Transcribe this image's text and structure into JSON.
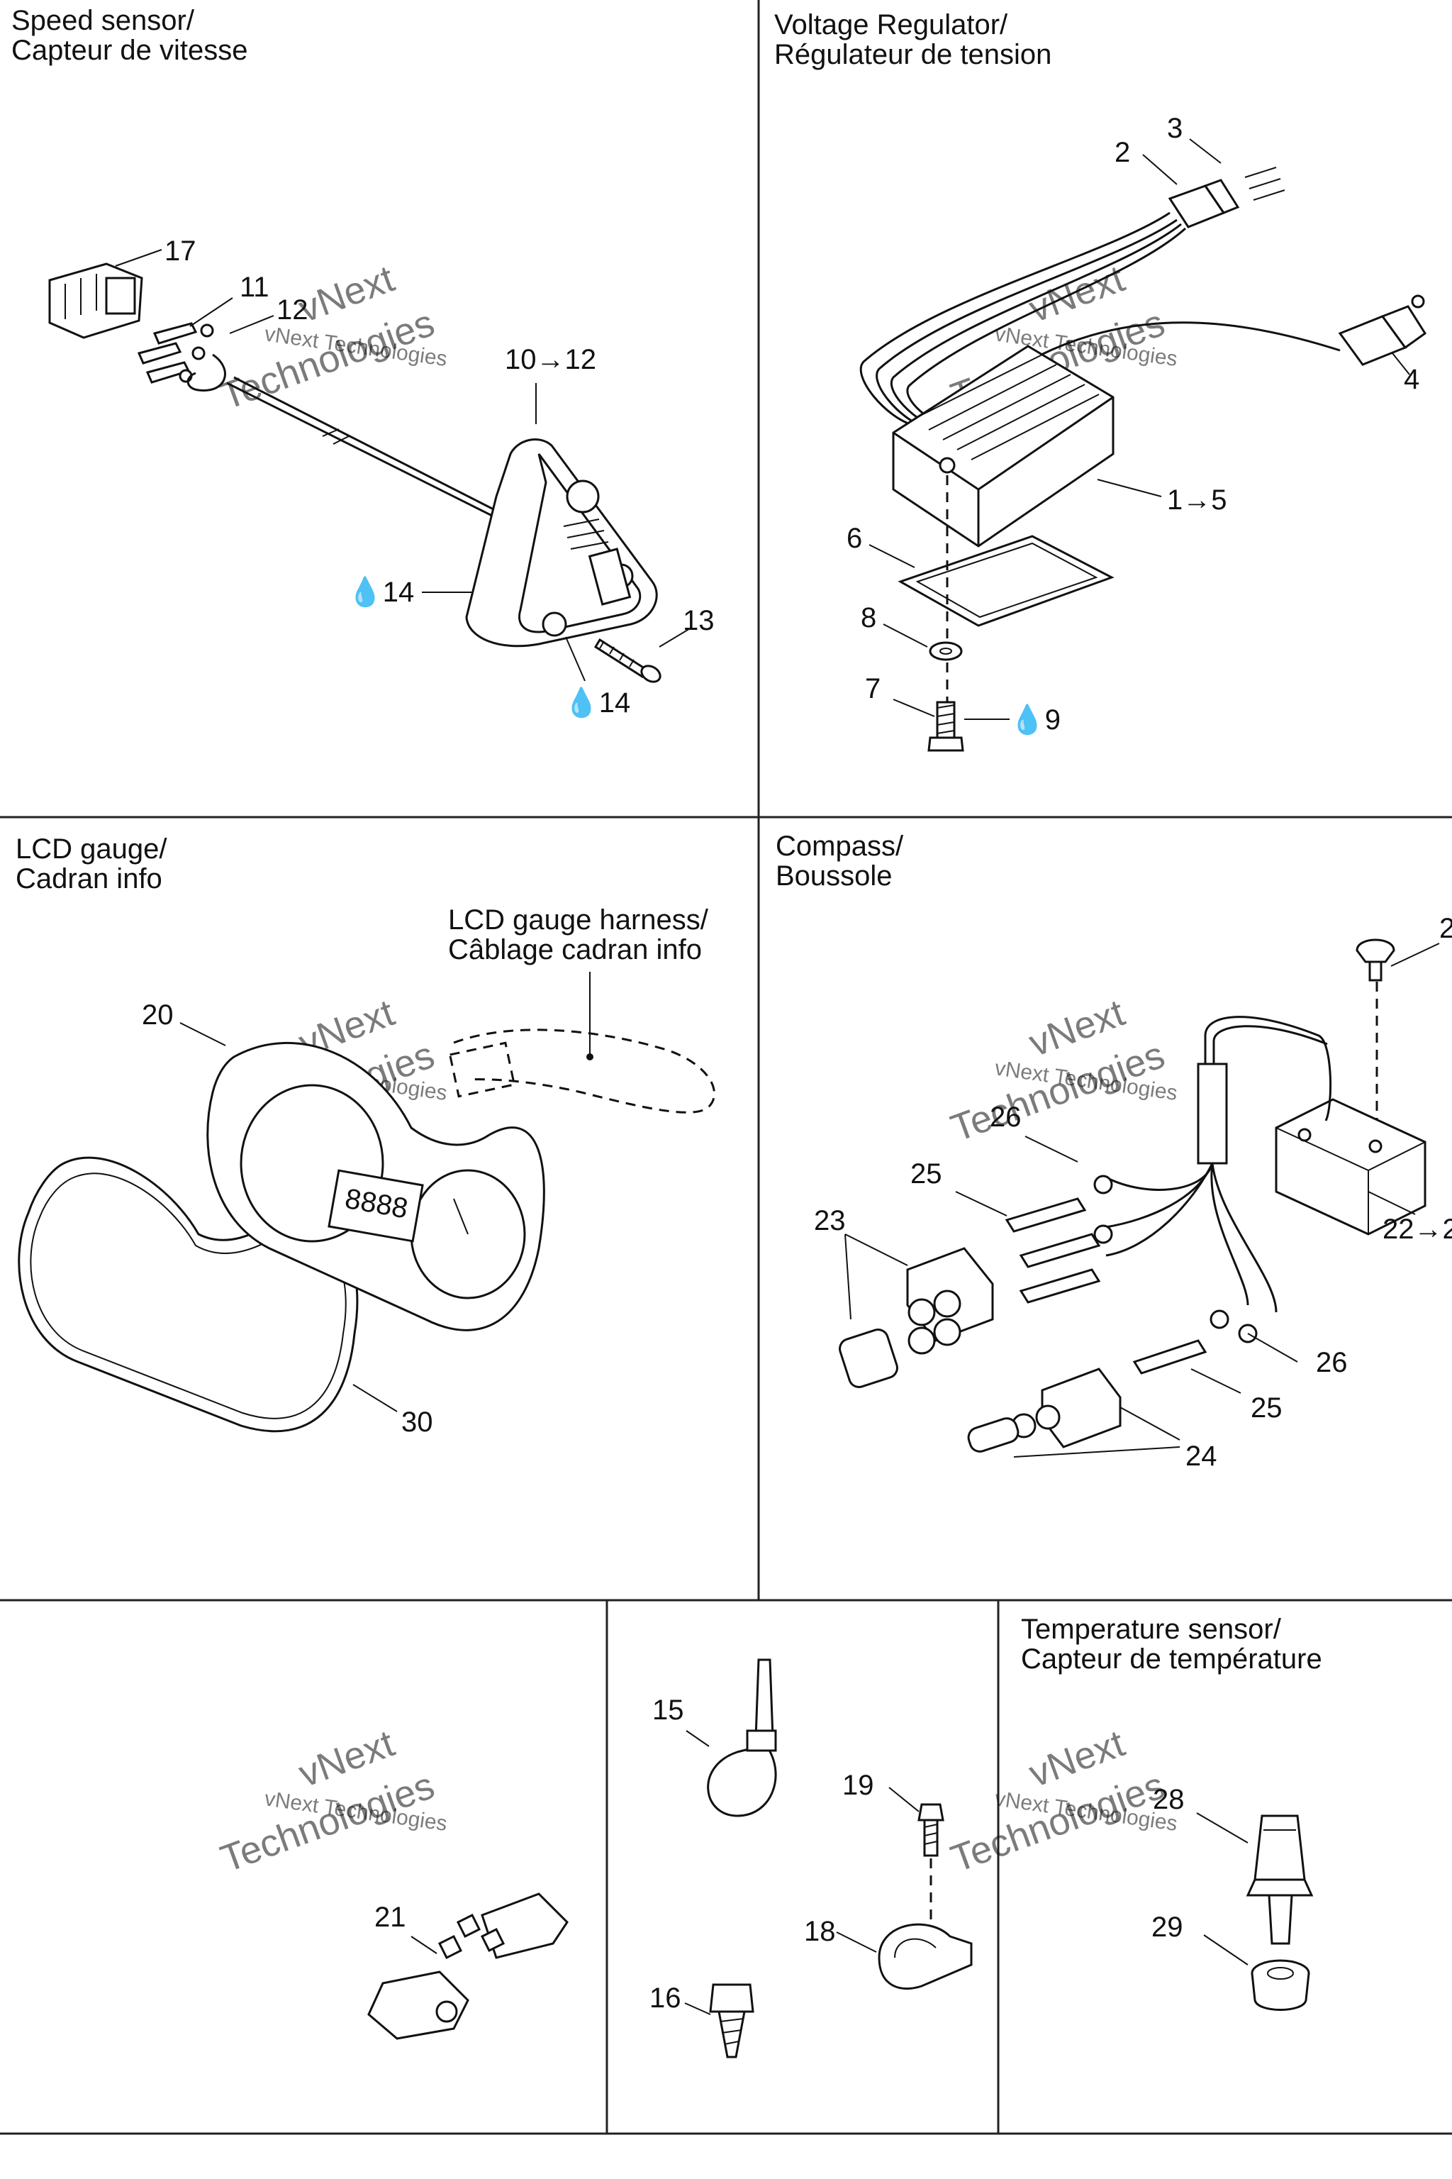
{
  "panels": {
    "speed_sensor": {
      "title_en": "Speed sensor/",
      "title_fr": "Capteur de vitesse",
      "labels": [
        "17",
        "11",
        "12",
        "10→12",
        "💧14",
        "13",
        "💧14"
      ]
    },
    "voltage_regulator": {
      "title_en": "Voltage Regulator/",
      "title_fr": "Régulateur de tension",
      "labels": [
        "3",
        "2",
        "4",
        "1→5",
        "6",
        "8",
        "7",
        "💧9"
      ]
    },
    "lcd_gauge": {
      "title_en": "LCD gauge/",
      "title_fr": "Cadran info",
      "harness_en": "LCD gauge harness/",
      "harness_fr": "Câblage cadran info",
      "labels": [
        "20",
        "30"
      ]
    },
    "compass": {
      "title_en": "Compass/",
      "title_fr": "Boussole",
      "labels": [
        "2",
        "26",
        "25",
        "23",
        "22→2",
        "26",
        "25",
        "24"
      ]
    },
    "clip": {
      "labels": [
        "21"
      ]
    },
    "ties": {
      "labels": [
        "15",
        "19",
        "18",
        "16"
      ]
    },
    "temperature_sensor": {
      "title_en": "Temperature sensor/",
      "title_fr": "Capteur de température",
      "labels": [
        "28",
        "29"
      ]
    }
  },
  "watermark": {
    "line1": "vNext",
    "line2": "vNext Technologies",
    "line3": "Technologies"
  }
}
